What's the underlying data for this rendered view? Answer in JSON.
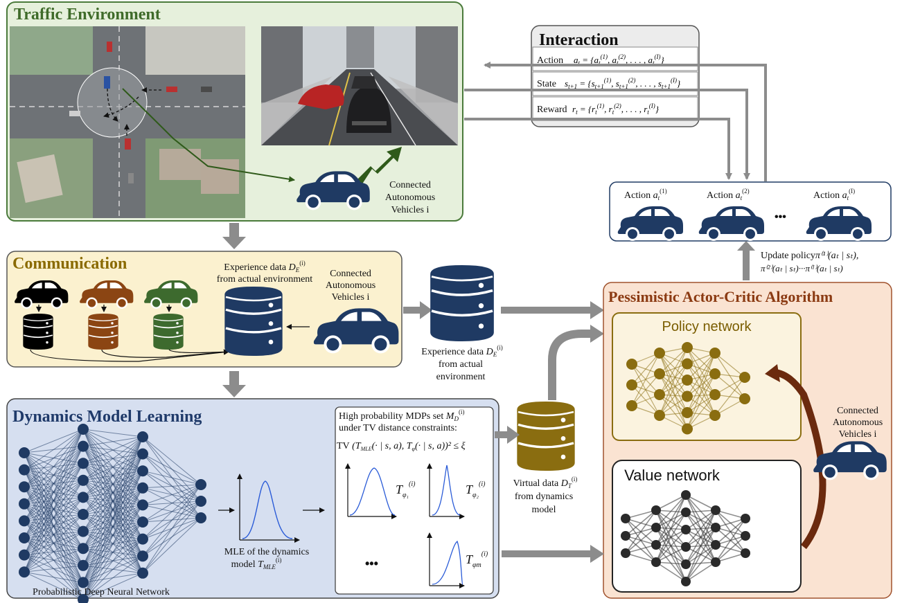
{
  "colors": {
    "traffic_bg": "#e6f0dc",
    "traffic_border": "#4a7a3a",
    "traffic_title": "#3f6b2a",
    "comm_bg": "#fbf1cf",
    "comm_border": "#555555",
    "comm_title": "#8a6a00",
    "dyn_bg": "#d6dff0",
    "dyn_border": "#444444",
    "dyn_title": "#1f3a6a",
    "pac_bg": "#fae3d2",
    "pac_border": "#a0522d",
    "pac_title": "#8b3a12",
    "car_blue": "#1f3a63",
    "arrow_gray": "#8c8c8c",
    "olive": "#8a6d10",
    "node_dark": "#2a2a2a",
    "brown_arrow": "#6b2a0e",
    "green_arrow": "#2f5a1a"
  },
  "traffic": {
    "title": "Traffic Environment",
    "car_label": [
      "Connected",
      "Autonomous",
      "Vehicles i"
    ]
  },
  "interaction": {
    "title": "Interaction",
    "rows": [
      {
        "label": "Action",
        "math": "a_t = {a_t^(1), a_t^(2), ..., a_t^(I)}"
      },
      {
        "label": "State",
        "math": "s_t+1 = {s_t+1^(1), s_t+1^(2), ..., s_t+1^(I)}"
      },
      {
        "label": "Reward",
        "math": "r_t = {r_t^(1), r_t^(2), ..., r_t^(I)}"
      }
    ]
  },
  "actions": {
    "items": [
      "Action",
      "Action",
      "Action"
    ],
    "sups": [
      "(1)",
      "(2)",
      "(I)"
    ],
    "ellipsis": "•••"
  },
  "update_policy": {
    "line1": "Update policy",
    "line1_math": "π⁽¹⁾(aₜ | sₜ),",
    "line2_math": "π⁽²⁾(aₜ | sₜ)···π⁽ᴵ⁾(aₜ | sₜ)"
  },
  "communication": {
    "title": "Communication",
    "exp_label": [
      "Experience data",
      "from actual environment"
    ],
    "car_label": [
      "Connected",
      "Autonomous",
      "Vehicles i"
    ]
  },
  "exp_outside": {
    "lines": [
      "Experience data",
      "from actual",
      "environment"
    ]
  },
  "pac": {
    "title": "Pessimistic Actor-Critic Algorithm",
    "policy": "Policy network",
    "value": "Value network",
    "car_label": [
      "Connected",
      "Autonomous",
      "Vehicles i"
    ]
  },
  "dynamics": {
    "title": "Dynamics Model Learning",
    "nn_label": "Probabilistic Deep Neural Network",
    "mle_label": [
      "MLE of the dynamics",
      "model"
    ],
    "mdp_lines": [
      "High probability MDPs set",
      "under TV distance constraints:"
    ],
    "tv": "TV",
    "dots": "•••",
    "virtual": [
      "Virtual data",
      "from dynamics",
      "model"
    ]
  }
}
